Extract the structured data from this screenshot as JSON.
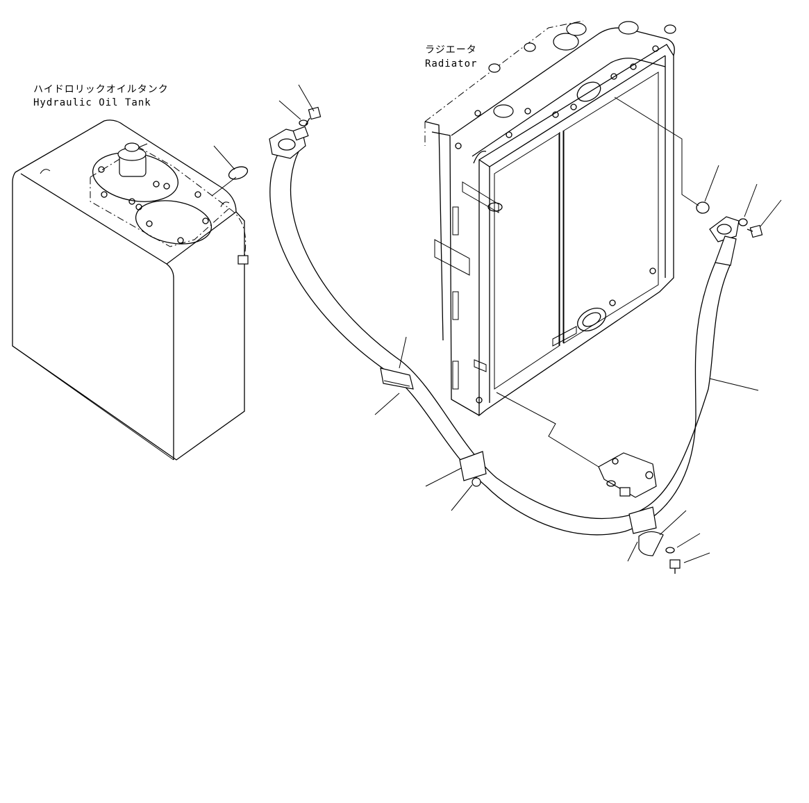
{
  "labels": {
    "tank_jp": "ハイドロリックオイルタンク",
    "tank_en": "Hydraulic Oil Tank",
    "radiator_jp": "ラジエータ",
    "radiator_en": "Radiator"
  },
  "icons": [
    "hydraulic-oil-tank",
    "radiator",
    "hose",
    "clamp",
    "bolt",
    "washer",
    "o-ring",
    "flange"
  ]
}
